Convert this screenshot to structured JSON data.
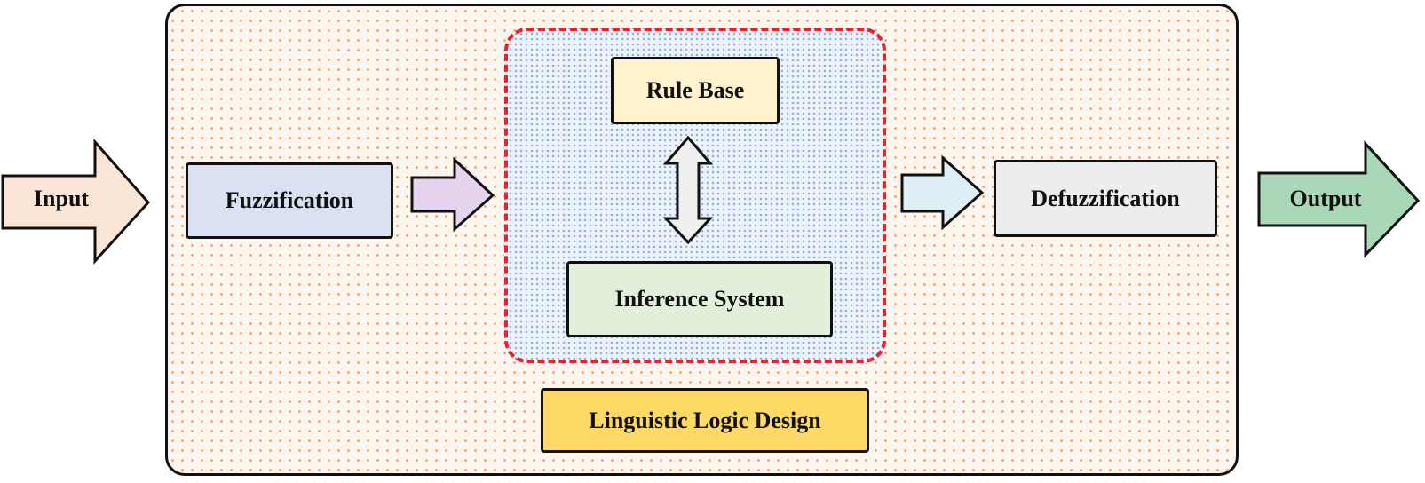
{
  "nodes": {
    "input": "Input",
    "fuzzification": "Fuzzification",
    "rule_base": "Rule Base",
    "inference_system": "Inference System",
    "defuzzification": "Defuzzification",
    "output": "Output",
    "linguistic_logic_design": "Linguistic Logic Design"
  },
  "colors": {
    "input_arrow": "#fbe5d6",
    "fuzzification": "#d9e1f2",
    "arrow_to_core": "#e6d3ee",
    "rule_base": "#fff2cc",
    "inference_system": "#e2efda",
    "bidirectional_arrow": "#efefef",
    "arrow_from_core": "#ddeef5",
    "defuzzification": "#ededed",
    "output_arrow": "#a9d8b8",
    "linguistic_logic_design": "#ffd966",
    "core_border": "#e8232a"
  }
}
